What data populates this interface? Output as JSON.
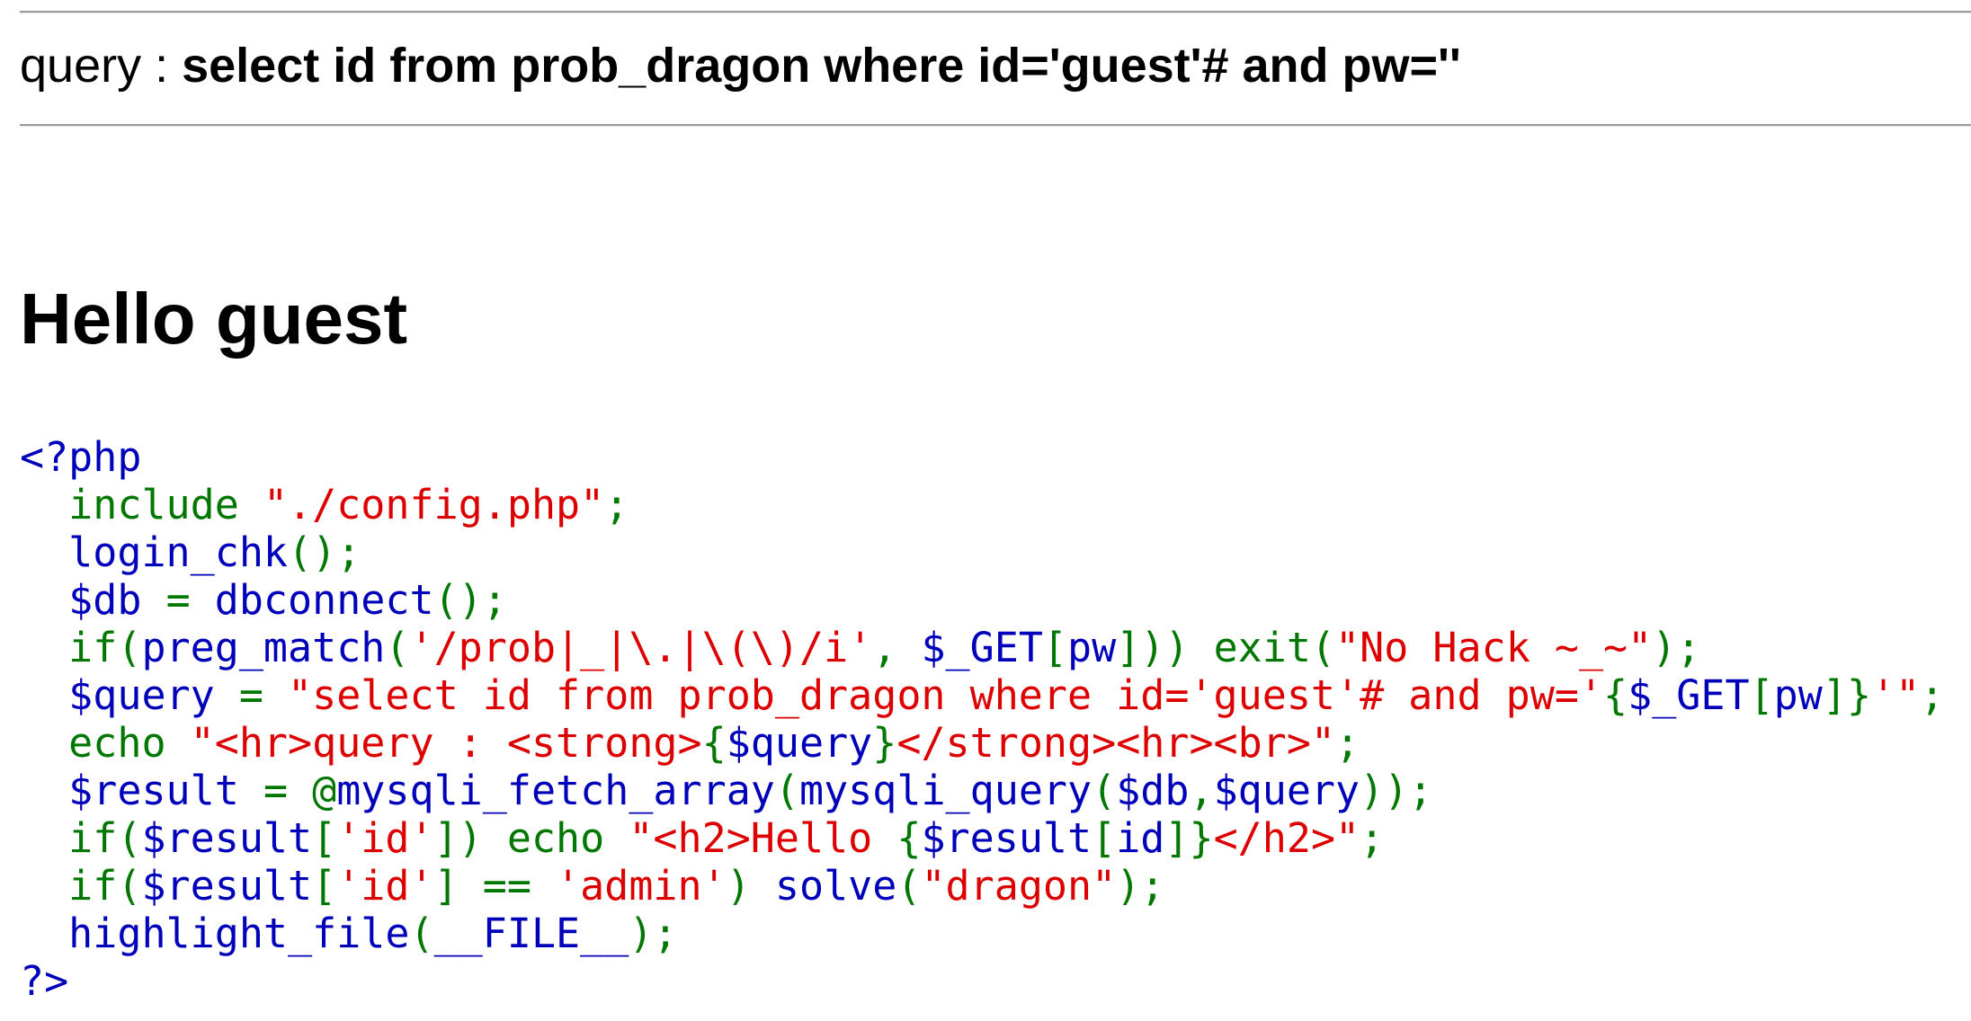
{
  "query": {
    "label": "query : ",
    "text": "select id from prob_dragon where id='guest'# and pw=''"
  },
  "greeting": "Hello guest",
  "colors": {
    "keyword": "#007700",
    "default": "#0000bb",
    "string": "#dd0000"
  },
  "source": [
    [
      [
        "b",
        "<?php"
      ]
    ],
    [
      [
        "g",
        "  include "
      ],
      [
        "r",
        "\"./config.php\""
      ],
      [
        "g",
        ";"
      ]
    ],
    [
      [
        "b",
        "  login_chk"
      ],
      [
        "g",
        "();"
      ]
    ],
    [
      [
        "b",
        "  $db "
      ],
      [
        "g",
        "= "
      ],
      [
        "b",
        "dbconnect"
      ],
      [
        "g",
        "();"
      ]
    ],
    [
      [
        "g",
        "  if("
      ],
      [
        "b",
        "preg_match"
      ],
      [
        "g",
        "("
      ],
      [
        "r",
        "'/prob|_|\\.|\\(\\)/i'"
      ],
      [
        "g",
        ", "
      ],
      [
        "b",
        "$_GET"
      ],
      [
        "g",
        "["
      ],
      [
        "b",
        "pw"
      ],
      [
        "g",
        "])) exit("
      ],
      [
        "r",
        "\"No Hack ~_~\""
      ],
      [
        "g",
        ");"
      ]
    ],
    [
      [
        "b",
        "  $query "
      ],
      [
        "g",
        "= "
      ],
      [
        "r",
        "\"select id from prob_dragon where id='guest'# and pw='"
      ],
      [
        "g",
        "{"
      ],
      [
        "b",
        "$_GET"
      ],
      [
        "g",
        "["
      ],
      [
        "b",
        "pw"
      ],
      [
        "g",
        "]}"
      ],
      [
        "r",
        "'\""
      ],
      [
        "g",
        ";"
      ]
    ],
    [
      [
        "g",
        "  echo "
      ],
      [
        "r",
        "\"<hr>query : <strong>"
      ],
      [
        "g",
        "{"
      ],
      [
        "b",
        "$query"
      ],
      [
        "g",
        "}"
      ],
      [
        "r",
        "</strong><hr><br>\""
      ],
      [
        "g",
        ";"
      ]
    ],
    [
      [
        "b",
        "  $result "
      ],
      [
        "g",
        "= @"
      ],
      [
        "b",
        "mysqli_fetch_array"
      ],
      [
        "g",
        "("
      ],
      [
        "b",
        "mysqli_query"
      ],
      [
        "g",
        "("
      ],
      [
        "b",
        "$db"
      ],
      [
        "g",
        ","
      ],
      [
        "b",
        "$query"
      ],
      [
        "g",
        "));"
      ]
    ],
    [
      [
        "g",
        "  if("
      ],
      [
        "b",
        "$result"
      ],
      [
        "g",
        "["
      ],
      [
        "r",
        "'id'"
      ],
      [
        "g",
        "]) echo "
      ],
      [
        "r",
        "\"<h2>Hello "
      ],
      [
        "g",
        "{"
      ],
      [
        "b",
        "$result"
      ],
      [
        "g",
        "["
      ],
      [
        "b",
        "id"
      ],
      [
        "g",
        "]}"
      ],
      [
        "r",
        "</h2>\""
      ],
      [
        "g",
        ";"
      ]
    ],
    [
      [
        "g",
        "  if("
      ],
      [
        "b",
        "$result"
      ],
      [
        "g",
        "["
      ],
      [
        "r",
        "'id'"
      ],
      [
        "g",
        "] == "
      ],
      [
        "r",
        "'admin'"
      ],
      [
        "g",
        ") "
      ],
      [
        "b",
        "solve"
      ],
      [
        "g",
        "("
      ],
      [
        "r",
        "\"dragon\""
      ],
      [
        "g",
        ");"
      ]
    ],
    [
      [
        "b",
        "  highlight_file"
      ],
      [
        "g",
        "("
      ],
      [
        "b",
        "__FILE__"
      ],
      [
        "g",
        ");"
      ]
    ],
    [
      [
        "b",
        "?>"
      ]
    ]
  ]
}
